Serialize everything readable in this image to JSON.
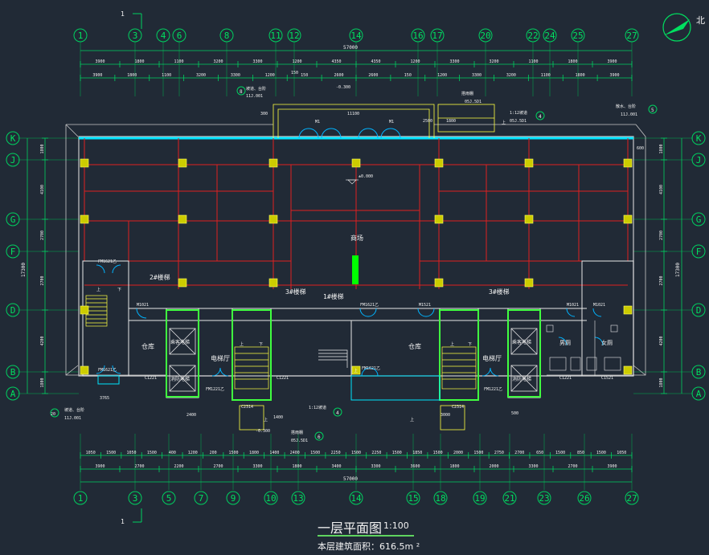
{
  "drawing": {
    "title": "一层平面图",
    "scale": "1:100",
    "area_note": "本层建筑面积：616.5m ²",
    "north": "北",
    "cut_mark": "1"
  },
  "colors": {
    "background": "#212a36",
    "axis": "#00d060",
    "dimension": "#00c8c8",
    "wall": "#e02020",
    "column": "#d4d400",
    "facade": "#00e5ff",
    "text": "#f0f0f0",
    "stair": "#ffff40",
    "door": "#00b4ff"
  },
  "axes": {
    "top": [
      "1",
      "3",
      "4",
      "6",
      "8",
      "11",
      "12",
      "14",
      "16",
      "17",
      "20",
      "22",
      "24",
      "25",
      "27"
    ],
    "bottom": [
      "1",
      "3",
      "5",
      "7",
      "9",
      "10",
      "13",
      "14",
      "15",
      "18",
      "19",
      "21",
      "23",
      "26",
      "27"
    ],
    "left": [
      "K",
      "J",
      "G",
      "F",
      "D",
      "B",
      "A"
    ],
    "right": [
      "K",
      "J",
      "G",
      "F",
      "D",
      "B",
      "A"
    ]
  },
  "dimensions": {
    "top_total": "57000",
    "top_row1": [
      "3900",
      "1800",
      "1100",
      "3200",
      "3300",
      "1200",
      "4350",
      "4350",
      "1200",
      "3300",
      "3200",
      "1100",
      "1800",
      "3900"
    ],
    "top_row2": [
      "3900",
      "1800",
      "1100",
      "3200",
      "3300",
      "1200",
      "150",
      "2600",
      "2600",
      "150",
      "1200",
      "3300",
      "3200",
      "1100",
      "1800",
      "3900"
    ],
    "bottom_total": "57000",
    "bottom_row1": [
      "1050",
      "1500",
      "1050",
      "1500",
      "400",
      "1200",
      "200",
      "1500",
      "1800",
      "1400",
      "2400",
      "1500",
      "2250",
      "1500",
      "2250",
      "1500",
      "1850",
      "1500",
      "2000",
      "1500",
      "2750",
      "2700",
      "650",
      "1500",
      "850",
      "1500",
      "1050"
    ],
    "bottom_row2": [
      "3900",
      "2700",
      "2200",
      "2700",
      "3300",
      "1800",
      "3400",
      "3300",
      "3600",
      "1800",
      "2000",
      "3300",
      "2700",
      "3900"
    ],
    "left_total": "17300",
    "left": [
      "1800",
      "4100",
      "2700",
      "2700",
      "4200",
      "1800"
    ],
    "right_total": "17300",
    "right": [
      "1800",
      "4100",
      "2700",
      "2700",
      "4200",
      "1800"
    ]
  },
  "rooms": {
    "main_hall": "商场",
    "stair2": "2#楼梯",
    "stair3a": "3#楼梯",
    "stair1": "1#楼梯",
    "stair3b": "3#楼梯",
    "store_left": "仓库",
    "store_right": "仓库",
    "elev_hall_left": "电梯厅",
    "elev_hall_right": "电梯厅",
    "lift_passenger_left": "乘客电梯",
    "lift_fire_left": "消防电梯",
    "lift_passenger_right": "乘客电梯",
    "lift_fire_right": "消防电梯",
    "toilet_male": "男厕",
    "toilet_female": "女厕"
  },
  "doors": {
    "m1_left": "M1",
    "m1_right": "M1",
    "fm1621_a": "FM1621乙",
    "fm1621_b": "FM1621乙",
    "fm1621_c": "FM1621乙",
    "fm1621_d": "FM1621乙",
    "m1021_a": "M1021",
    "m1021_b": "M1021",
    "m1021_c": "M1021",
    "m1521": "M1521",
    "fm1221_a": "FM1221乙",
    "fm1221_b": "FM1221乙",
    "c1221_a": "C1221",
    "c1221_b": "C1221",
    "c1221_c": "C1221",
    "c1521": "C1521",
    "c2314_a": "C2314",
    "c2314_b": "C2314"
  },
  "labels": {
    "elev_main": "±0.000",
    "elev_top": "-0.300",
    "elev_bottom": "-0.300",
    "ramp_top": "坡道、台阶",
    "ramp_top_ref": "11J.001",
    "ramp_top_num": "8",
    "canopy": "搭雨棚",
    "canopy_ref": "05J.5D1",
    "canopy_slope": "1:12坡道",
    "canopy_ref2": "05J.5D1",
    "canopy_num": "4",
    "ramp_right": "散水、台阶",
    "ramp_right_ref": "11J.001",
    "ramp_right_num": "5",
    "ramp_left": "坡道、台阶",
    "ramp_left_ref": "11J.001",
    "ramp_left_num": "20",
    "bottom_slope": "1:12坡道",
    "bottom_slope_num": "4",
    "canopy_bottom": "搭雨棚",
    "canopy_bottom_ref": "05J.5D1",
    "canopy_bottom_num": "6",
    "up": "上",
    "down": "下",
    "dim_300": "300",
    "dim_11100": "11100",
    "dim_1800": "1800",
    "dim_2500": "2500",
    "dim_2400": "2400",
    "dim_1400": "1400",
    "dim_3000": "3000",
    "dim_600": "600",
    "dim_3765": "3765",
    "dim_500": "500",
    "dim_150": "150"
  }
}
